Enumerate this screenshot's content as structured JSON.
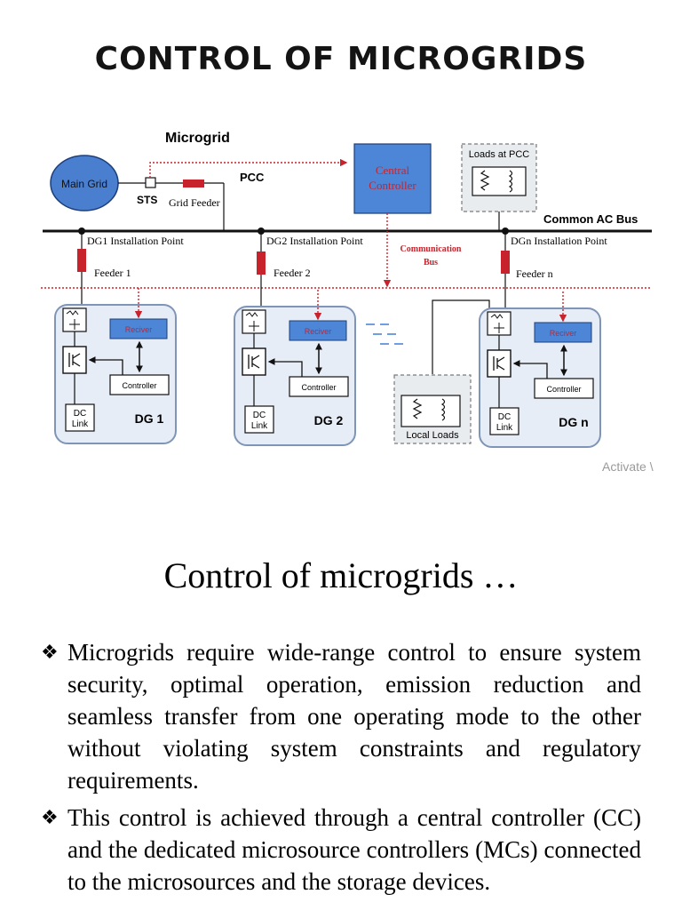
{
  "slide": {
    "title": "CONTROL OF MICROGRIDS",
    "subtitle": "Control of microgrids …",
    "watermark": "Activate \\"
  },
  "diagram": {
    "microgrid": "Microgrid",
    "main_grid": "Main Grid",
    "sts": "STS",
    "pcc": "PCC",
    "grid_feeder": "Grid Feeder",
    "central_controller_1": "Central",
    "central_controller_2": "Controller",
    "loads_at_pcc": "Loads at PCC",
    "common_ac_bus": "Common AC Bus",
    "dg1_point": "DG1 Installation Point",
    "dg2_point": "DG2 Installation Point",
    "dgn_point": "DGn Installation Point",
    "comm_bus_1": "Communication",
    "comm_bus_2": "Bus",
    "feeder_1": "Feeder 1",
    "feeder_2": "Feeder 2",
    "feeder_n": "Feeder n",
    "local_loads": "Local Loads",
    "units": [
      {
        "name": "DG 1",
        "receiver": "Reciver",
        "controller": "Controller",
        "dc1": "DC",
        "dc2": "Link"
      },
      {
        "name": "DG 2",
        "receiver": "Reciver",
        "controller": "Controller",
        "dc1": "DC",
        "dc2": "Link"
      },
      {
        "name": "DG n",
        "receiver": "Reciver",
        "controller": "Controller",
        "dc1": "DC",
        "dc2": "Link"
      }
    ],
    "colors": {
      "main_grid": "#4a7fd0",
      "controller_blue": "#4d86d6",
      "feeder_red": "#c8232c",
      "dg_fill": "#e7edf6",
      "dg_border": "#7f95b8"
    }
  },
  "bullets": [
    {
      "marker": "❖",
      "text": "Microgrids require wide-range control to ensure system security, optimal operation, emission reduction and seamless transfer from one operating mode to the other without violating system constraints and regulatory requirements."
    },
    {
      "marker": "❖",
      "text": "This control is achieved through a central controller (CC) and the dedicated microsource controllers (MCs) connected to the microsources and the storage devices."
    }
  ]
}
